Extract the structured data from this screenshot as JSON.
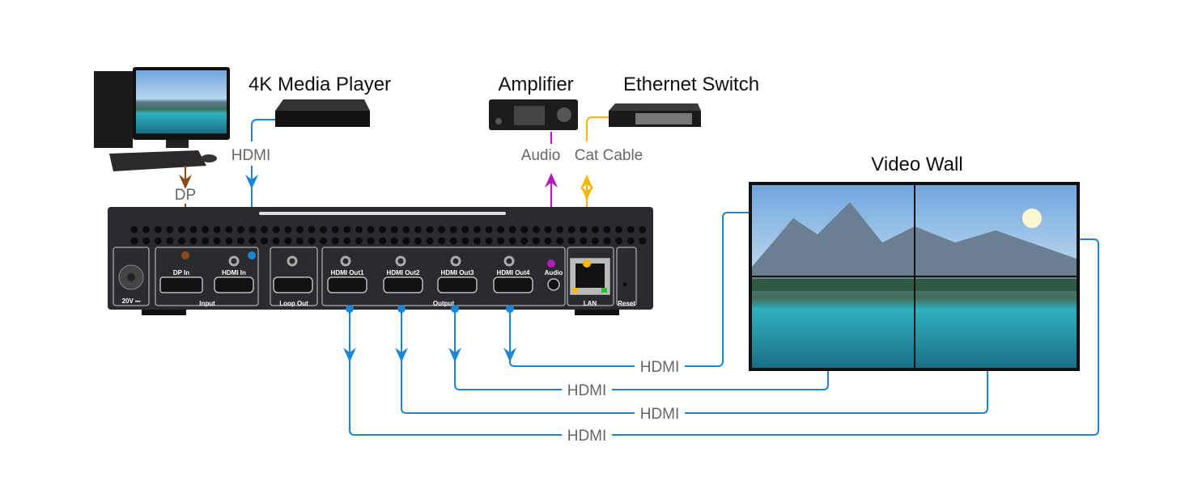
{
  "devices": {
    "media_player": "4K Media Player",
    "amplifier": "Amplifier",
    "ethernet_switch": "Ethernet Switch",
    "video_wall": "Video Wall"
  },
  "cables": {
    "dp": "DP",
    "hdmi_in": "HDMI",
    "audio": "Audio",
    "cat": "Cat Cable",
    "out1": "HDMI",
    "out2": "HDMI",
    "out3": "HDMI",
    "out4": "HDMI"
  },
  "panel": {
    "power": "20V ⎓",
    "dp_in": "DP In",
    "hdmi_in": "HDMI In",
    "input_group": "Input",
    "loop_out": "Loop Out",
    "out1": "HDMI Out1",
    "out2": "HDMI Out2",
    "out3": "HDMI Out3",
    "out4": "HDMI Out4",
    "output_group": "Output",
    "audio": "Audio",
    "lan": "LAN",
    "reset": "Reset"
  },
  "colors": {
    "dp": "#8B4A1C",
    "hdmi": "#1a86d6",
    "audio": "#b31bb8",
    "cat": "#f5b800",
    "device": "#2a2b2e"
  }
}
